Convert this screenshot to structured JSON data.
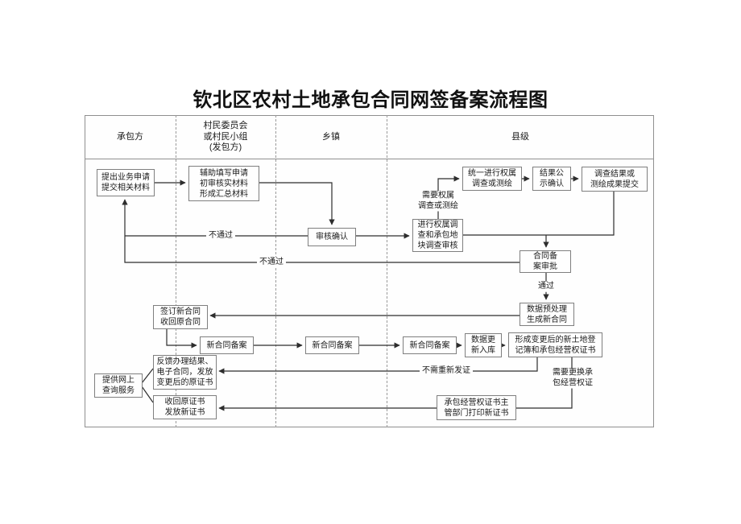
{
  "title": "钦北区农村土地承包合同网签备案流程图",
  "lanes": [
    {
      "label": "承包方"
    },
    {
      "label": "村民委员会\n或村民小组\n(发包方)"
    },
    {
      "label": "乡镇"
    },
    {
      "label": "县级"
    }
  ],
  "nodes": {
    "apply": {
      "text": "提出业务申请\n提交相关材料"
    },
    "assist": {
      "text": "辅助填写申请\n初审核实材料\n形成汇总材料"
    },
    "unified_survey": {
      "text": "统一进行权属\n调查或测绘"
    },
    "publicity": {
      "text": "结果公\n示确认"
    },
    "submit_results": {
      "text": "调查结果或\n测绘成果提交"
    },
    "review_confirm": {
      "text": "审核确认"
    },
    "ownership_review": {
      "text": "进行权属调\n查和承包地\n块调查审核"
    },
    "contract_approval": {
      "text": "合同备\n案审批"
    },
    "preprocess": {
      "text": "数据预处理\n生成新合同"
    },
    "sign_new": {
      "text": "签订新合同\n收回原合同"
    },
    "filing_village": {
      "text": "新合同备案"
    },
    "filing_town": {
      "text": "新合同备案"
    },
    "filing_county": {
      "text": "新合同备案"
    },
    "data_update": {
      "text": "数据更\n新入库"
    },
    "new_register": {
      "text": "形成变更后的新土地登\n记簿和承包经营权证书"
    },
    "feedback": {
      "text": "反馈办理结果、\n电子合同，发放\n变更后的原证书"
    },
    "online_query": {
      "text": "提供网上\n查询服务"
    },
    "return_cert": {
      "text": "收回原证书\n发放新证书"
    },
    "print_cert": {
      "text": "承包经营权证书主\n管部门打印新证书"
    }
  },
  "labels": {
    "fail_review": "不通过",
    "fail_approval": "不通过",
    "pass": "通过",
    "need_survey": "需要权属\n调查或测绘",
    "no_reissue": "不需重新发证",
    "need_replace": "需要更换承\n包经营权证"
  },
  "colors": {
    "line": "#2d2d2d",
    "box_border": "#7f7f7f",
    "text": "#1a1a1a"
  }
}
